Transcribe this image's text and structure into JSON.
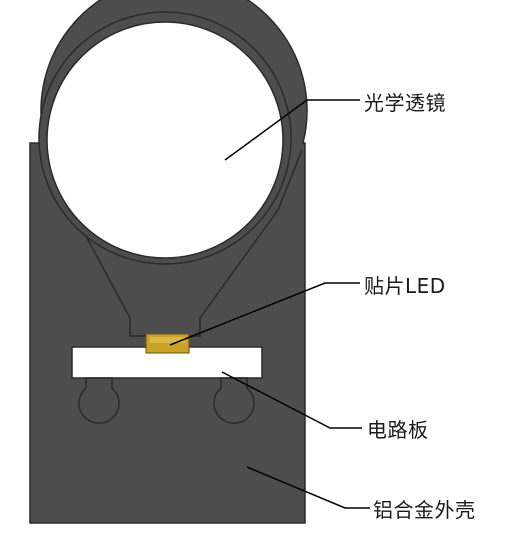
{
  "labels": {
    "lens": "光学透镜",
    "led": "贴片LED",
    "pcb": "电路板",
    "housing": "铝合金外壳"
  },
  "colors": {
    "housing": "#4d4d4d",
    "housing_outline": "#2a2a2a",
    "lens": "#ffffff",
    "pcb": "#ffffff",
    "led": "#c9a227",
    "leader": "#000000"
  }
}
